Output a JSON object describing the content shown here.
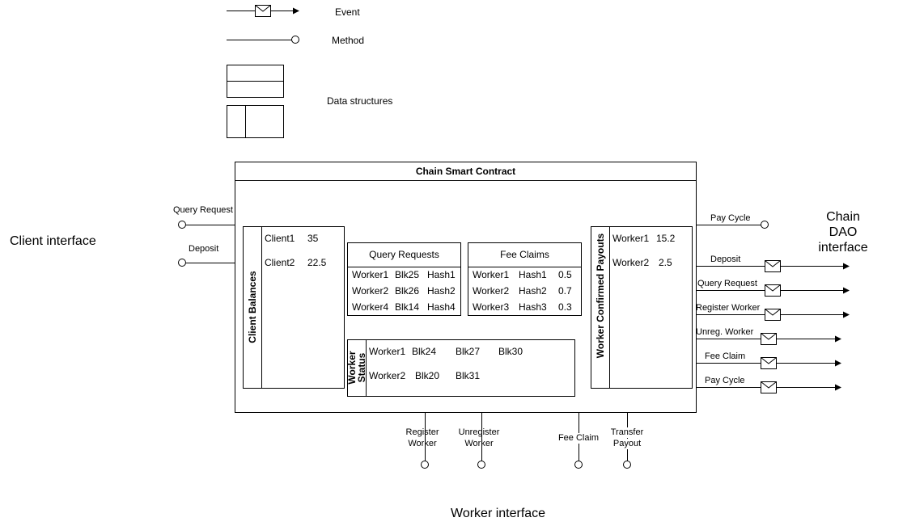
{
  "legend": {
    "event_label": "Event",
    "method_label": "Method",
    "data_structures_label": "Data structures"
  },
  "contract": {
    "title": "Chain Smart Contract"
  },
  "interfaces": {
    "client": "Client interface",
    "chain_dao": "Chain DAO interface",
    "worker": "Worker interface"
  },
  "client_methods": [
    "Query Request",
    "Deposit"
  ],
  "client_balances": {
    "title": "Client Balances",
    "rows": [
      [
        "Client1",
        "35"
      ],
      [
        "Client2",
        "22.5"
      ]
    ]
  },
  "query_requests": {
    "title": "Query Requests",
    "rows": [
      [
        "Worker1",
        "Blk25",
        "Hash1"
      ],
      [
        "Worker2",
        "Blk26",
        "Hash2"
      ],
      [
        "Worker4",
        "Blk14",
        "Hash4"
      ]
    ]
  },
  "fee_claims": {
    "title": "Fee Claims",
    "rows": [
      [
        "Worker1",
        "Hash1",
        "0.5"
      ],
      [
        "Worker2",
        "Hash2",
        "0.7"
      ],
      [
        "Worker3",
        "Hash3",
        "0.3"
      ]
    ]
  },
  "worker_status": {
    "title": "Worker Status",
    "rows": [
      [
        "Worker1",
        "Blk24",
        "Blk27",
        "Blk30"
      ],
      [
        "Worker2",
        "Blk20",
        "Blk31"
      ]
    ]
  },
  "worker_payouts": {
    "title": "Worker Confirmed Payouts",
    "rows": [
      [
        "Worker1",
        "15.2"
      ],
      [
        "Worker2",
        "2.5"
      ]
    ]
  },
  "dao_method": "Pay Cycle",
  "events": [
    "Deposit",
    "Query Request",
    "Register Worker",
    "Unreg. Worker",
    "Fee Claim",
    "Pay Cycle"
  ],
  "worker_methods": [
    [
      "Register",
      "Worker"
    ],
    [
      "Unregister",
      "Worker"
    ],
    [
      "Fee Claim"
    ],
    [
      "Transfer",
      "Payout"
    ]
  ],
  "colors": {
    "stroke": "#000000",
    "background": "#ffffff"
  }
}
